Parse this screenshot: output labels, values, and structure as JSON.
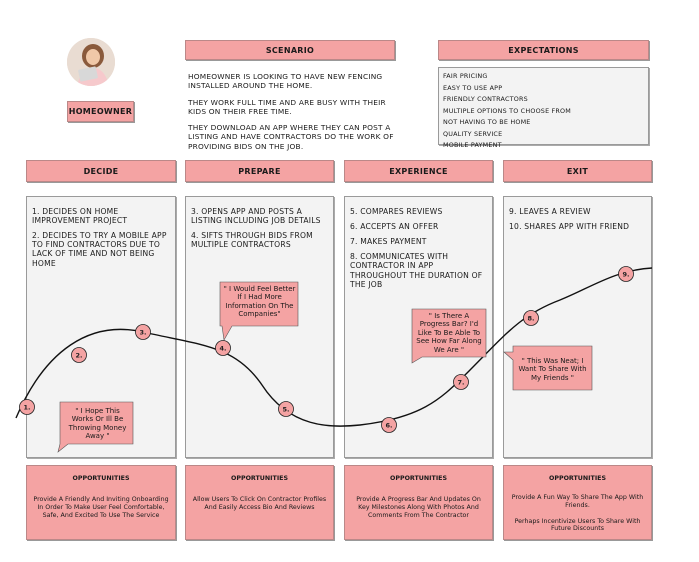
{
  "persona": {
    "label": "HOMEOWNER"
  },
  "scenario": {
    "title": "SCENARIO",
    "paragraphs": [
      "HOMEOWNER IS LOOKING TO HAVE NEW FENCING INSTALLED AROUND THE HOME.",
      "THEY WORK FULL TIME AND ARE BUSY WITH THEIR KIDS ON THEIR FREE TIME.",
      "THEY DOWNLOAD AN APP WHERE THEY CAN POST A LISTING AND HAVE CONTRACTORS DO THE WORK OF PROVIDING BIDS ON THE JOB."
    ]
  },
  "expectations": {
    "title": "EXPECTATIONS",
    "items": [
      "FAIR PRICING",
      "EASY TO USE APP",
      "FRIENDLY CONTRACTORS",
      "MULTIPLE OPTIONS TO CHOOSE FROM",
      "NOT HAVING TO BE HOME",
      "QUALITY SERVICE",
      "MOBILE PAYMENT"
    ]
  },
  "stages": [
    {
      "title": "DECIDE",
      "steps": [
        "1. DECIDES ON HOME IMPROVEMENT PROJECT",
        "2. DECIDES TO TRY A MOBILE APP TO FIND CONTRACTORS DUE TO LACK OF TIME AND NOT BEING HOME"
      ],
      "opportunity_title": "OPPORTUNITIES",
      "opportunity": "Provide A Friendly And Inviting Onboarding In Order To Make User Feel Comfortable, Safe, And Excited To Use The Service"
    },
    {
      "title": "PREPARE",
      "steps": [
        "3. OPENS APP AND POSTS A LISTING INCLUDING JOB DETAILS",
        "4. SIFTS THROUGH BIDS FROM MULTIPLE CONTRACTORS"
      ],
      "opportunity_title": "OPPORTUNITIES",
      "opportunity": "Allow Users To Click On Contractor Profiles And Easily Access Bio And Reviews"
    },
    {
      "title": "EXPERIENCE",
      "steps": [
        "5. COMPARES REVIEWS",
        "6. ACCEPTS AN OFFER",
        "7. MAKES PAYMENT",
        "8. COMMUNICATES WITH CONTRACTOR IN APP THROUGHOUT THE DURATION OF THE JOB"
      ],
      "opportunity_title": "OPPORTUNITIES",
      "opportunity": "Provide A Progress Bar And Updates On Key Milestones Along With Photos And Comments From The Contractor"
    },
    {
      "title": "EXIT",
      "steps": [
        "9. LEAVES A REVIEW",
        "10. SHARES APP WITH FRIEND"
      ],
      "opportunity_title": "OPPORTUNITIES",
      "opportunity": "Provide A Fun Way To Share The App With Friends.\n\nPerhaps Incentivize Users To Share With Future Discounts"
    }
  ],
  "journey_points": [
    "1.",
    "2.",
    "3.",
    "4.",
    "5.",
    "6.",
    "7.",
    "8.",
    "9."
  ],
  "quotes": [
    "\" I Hope This Works Or Ill Be Throwing Money Away \"",
    "\" I Would Feel Better If I Had More Information On The Companies\"",
    "\" Is There A Progress Bar? I'd Like To Be Able To See How Far Along We Are \"",
    "\" This Was Neat; I Want To Share With My Friends \""
  ],
  "colors": {
    "accent": "#f4a3a3",
    "panel": "#f3f3f3",
    "point": "#f4a3a3"
  }
}
